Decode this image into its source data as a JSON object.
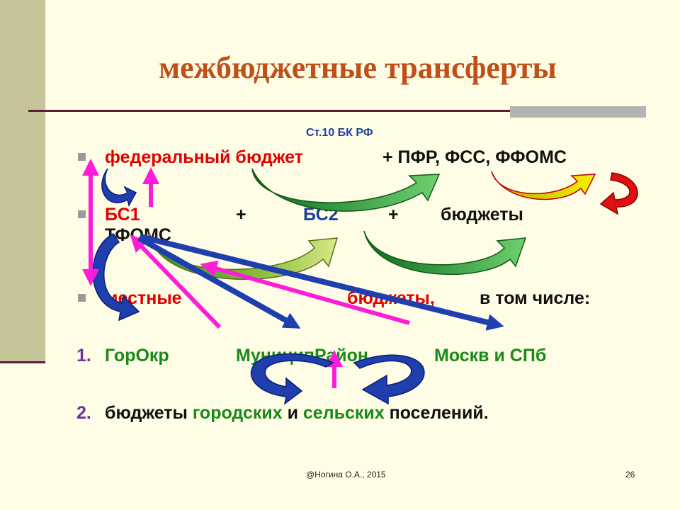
{
  "slide": {
    "title": "межбюджетные трансферты",
    "source": "Ст.10 БК РФ",
    "rows": {
      "r1": {
        "a": "федеральный бюджет",
        "b": "+ ПФР,  ФСС, ФФОМС"
      },
      "r2": {
        "a": "БС1",
        "plus1": "+",
        "b": "БС2",
        "plus2": "+",
        "c": "бюджеты",
        "d": "ТФОМС"
      },
      "r3": {
        "a": "местные",
        "b": "бюджеты,",
        "c": "в том числе:"
      },
      "r4": {
        "num": "1.",
        "a": "ГорОкр",
        "b": "МуниципРайон",
        "c": "Москв и СПб"
      },
      "r5": {
        "num": "2.",
        "a": "бюджеты ",
        "b": "городских",
        "c": " и ",
        "d": "сельских",
        "e": " поселений."
      }
    },
    "footer": {
      "author": "@Ногина О.А., 2015",
      "page": "26"
    }
  },
  "colors": {
    "title": "#C0501A",
    "red": "#E00000",
    "blue": "#1F3FA0",
    "green": "#1A8A1A",
    "purple": "#7030A0",
    "magenta": "#FF1CD8",
    "arrow_blue": "#1F3FAF",
    "arrow_green": "#1E8F2E",
    "arrow_yellow": "#E8D000",
    "arrow_red": "#E01010"
  }
}
